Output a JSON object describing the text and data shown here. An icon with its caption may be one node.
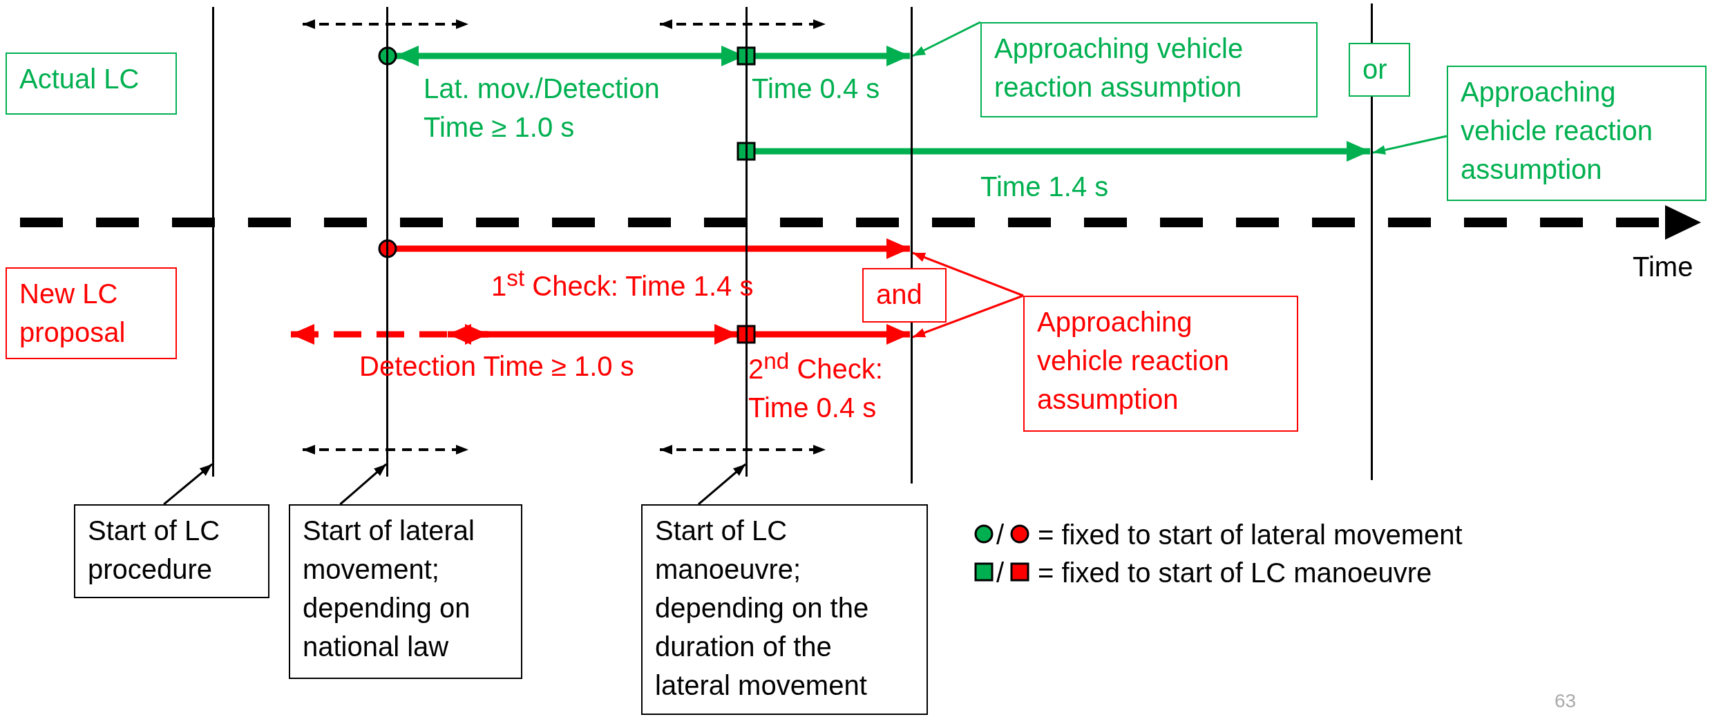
{
  "diagram": {
    "nodes": [
      {
        "text": [
          "Actual LC"
        ]
      },
      {
        "text": [
          "Approaching vehicle reaction assumption"
        ]
      },
      {
        "text": [
          "or"
        ]
      },
      {
        "text": [
          "Approaching vehicle reaction assumption"
        ]
      },
      {
        "text": [
          "and"
        ]
      },
      {
        "text": [
          "New LC proposal"
        ]
      },
      {
        "text": [
          "Approaching vehicle reaction assumption"
        ]
      },
      {
        "text": [
          "Start of LC procedure"
        ]
      },
      {
        "text": [
          "Start of lateral movement; depending on national law"
        ]
      },
      {
        "text": [
          "Start of LC manoeuvre; depending on the duration of the lateral movement"
        ]
      },
      {
        "text": [],
        "shape": "line"
      },
      {
        "text": [],
        "shape": "line"
      },
      {
        "text": [],
        "shape": "line"
      },
      {
        "text": [],
        "shape": "line"
      },
      {
        "text": [],
        "shape": "line"
      }
    ],
    "edges": [
      {
        "from": 1,
        "to": 13,
        "arrow": "to",
        "color": "#00b050"
      },
      {
        "from": 3,
        "to": 14,
        "arrow": "to",
        "color": "#00b050"
      },
      {
        "from": 6,
        "to": 13,
        "arrow": "to",
        "color": "#ff0000"
      },
      {
        "from": 6,
        "to": 13,
        "arrow": "to",
        "color": "#ff0000"
      },
      {
        "from": 7,
        "to": 10,
        "arrow": "to",
        "color": "#000000"
      },
      {
        "from": 8,
        "to": 11,
        "arrow": "to",
        "color": "#000000"
      },
      {
        "from": 9,
        "to": 12,
        "arrow": "to",
        "color": "#000000"
      },
      {
        "from": 11,
        "to": 12,
        "arrow": "both",
        "style": "thick",
        "color": "#00b050"
      },
      {
        "from": 12,
        "to": 13,
        "arrow": "to",
        "style": "thick",
        "color": "#00b050"
      },
      {
        "from": 12,
        "to": 14,
        "arrow": "to",
        "style": "thick",
        "color": "#00b050"
      },
      {
        "from": 11,
        "to": 13,
        "arrow": "to",
        "style": "thick",
        "color": "#ff0000"
      },
      {
        "from": 12,
        "to": 13,
        "arrow": "to",
        "style": "thick",
        "color": "#ff0000"
      }
    ],
    "labels": [
      "Lat. mov./Detection Time ≥ 1.0 s",
      "Time 0.4 s",
      "Time 1.4 s",
      "Time",
      "1$^{st}$ Check: Time 1.4 s",
      "Detection Time ≥ 1.0 s",
      "2$^{nd}$ Check: Time 0.4 s",
      "/",
      "/",
      "63"
    ],
    "legend": [
      {
        "text": "= fixed to start of lateral movement"
      },
      {
        "text": "= fixed to start of LC manoeuvre"
      }
    ]
  }
}
